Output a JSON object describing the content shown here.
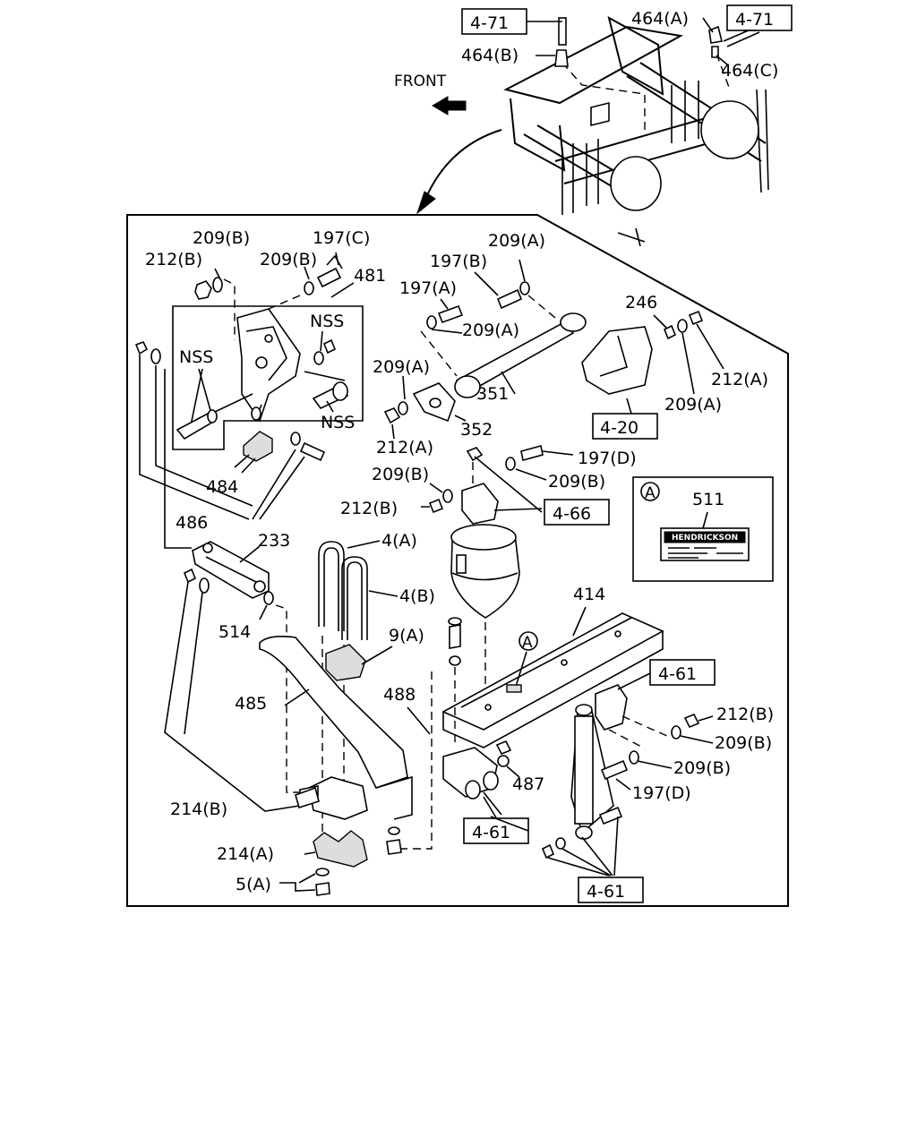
{
  "labels": {
    "ref_4_71_left": "4-71",
    "ref_4_71_right": "4-71",
    "p464a": "464(A)",
    "p464b": "464(B)",
    "p464c": "464(C)",
    "front": "FRONT",
    "p209b_1": "209(B)",
    "p197c": "197(C)",
    "p212b_1": "212(B)",
    "p209b_2": "209(B)",
    "p481": "481",
    "nss_1": "NSS",
    "nss_2": "NSS",
    "nss_3": "NSS",
    "p484": "484",
    "p486": "486",
    "p209a_1": "209(A)",
    "p197b": "197(B)",
    "p197a": "197(A)",
    "p209a_2": "209(A)",
    "p246": "246",
    "p209a_3": "209(A)",
    "p351": "351",
    "p212a_1": "212(A)",
    "p209a_4": "209(A)",
    "p352": "352",
    "ref_4_20": "4-20",
    "p212a_2": "212(A)",
    "p197d_1": "197(D)",
    "p209b_3": "209(B)",
    "p209b_4": "209(B)",
    "p212b_2": "212(B)",
    "ref_4_66": "4-66",
    "detail_a_mark": "A",
    "p511": "511",
    "plate_brand": "HENDRICKSON",
    "p233": "233",
    "p4a": "4(A)",
    "p4b": "4(B)",
    "p414": "414",
    "p514": "514",
    "p9a": "9(A)",
    "circle_a": "A",
    "ref_4_61_1": "4-61",
    "p485": "485",
    "p488": "488",
    "p212b_3": "212(B)",
    "p209b_5": "209(B)",
    "p209b_6": "209(B)",
    "p487": "487",
    "p197d_2": "197(D)",
    "p214b": "214(B)",
    "ref_4_61_2": "4-61",
    "p214a": "214(A)",
    "p5a": "5(A)",
    "ref_4_61_3": "4-61"
  }
}
